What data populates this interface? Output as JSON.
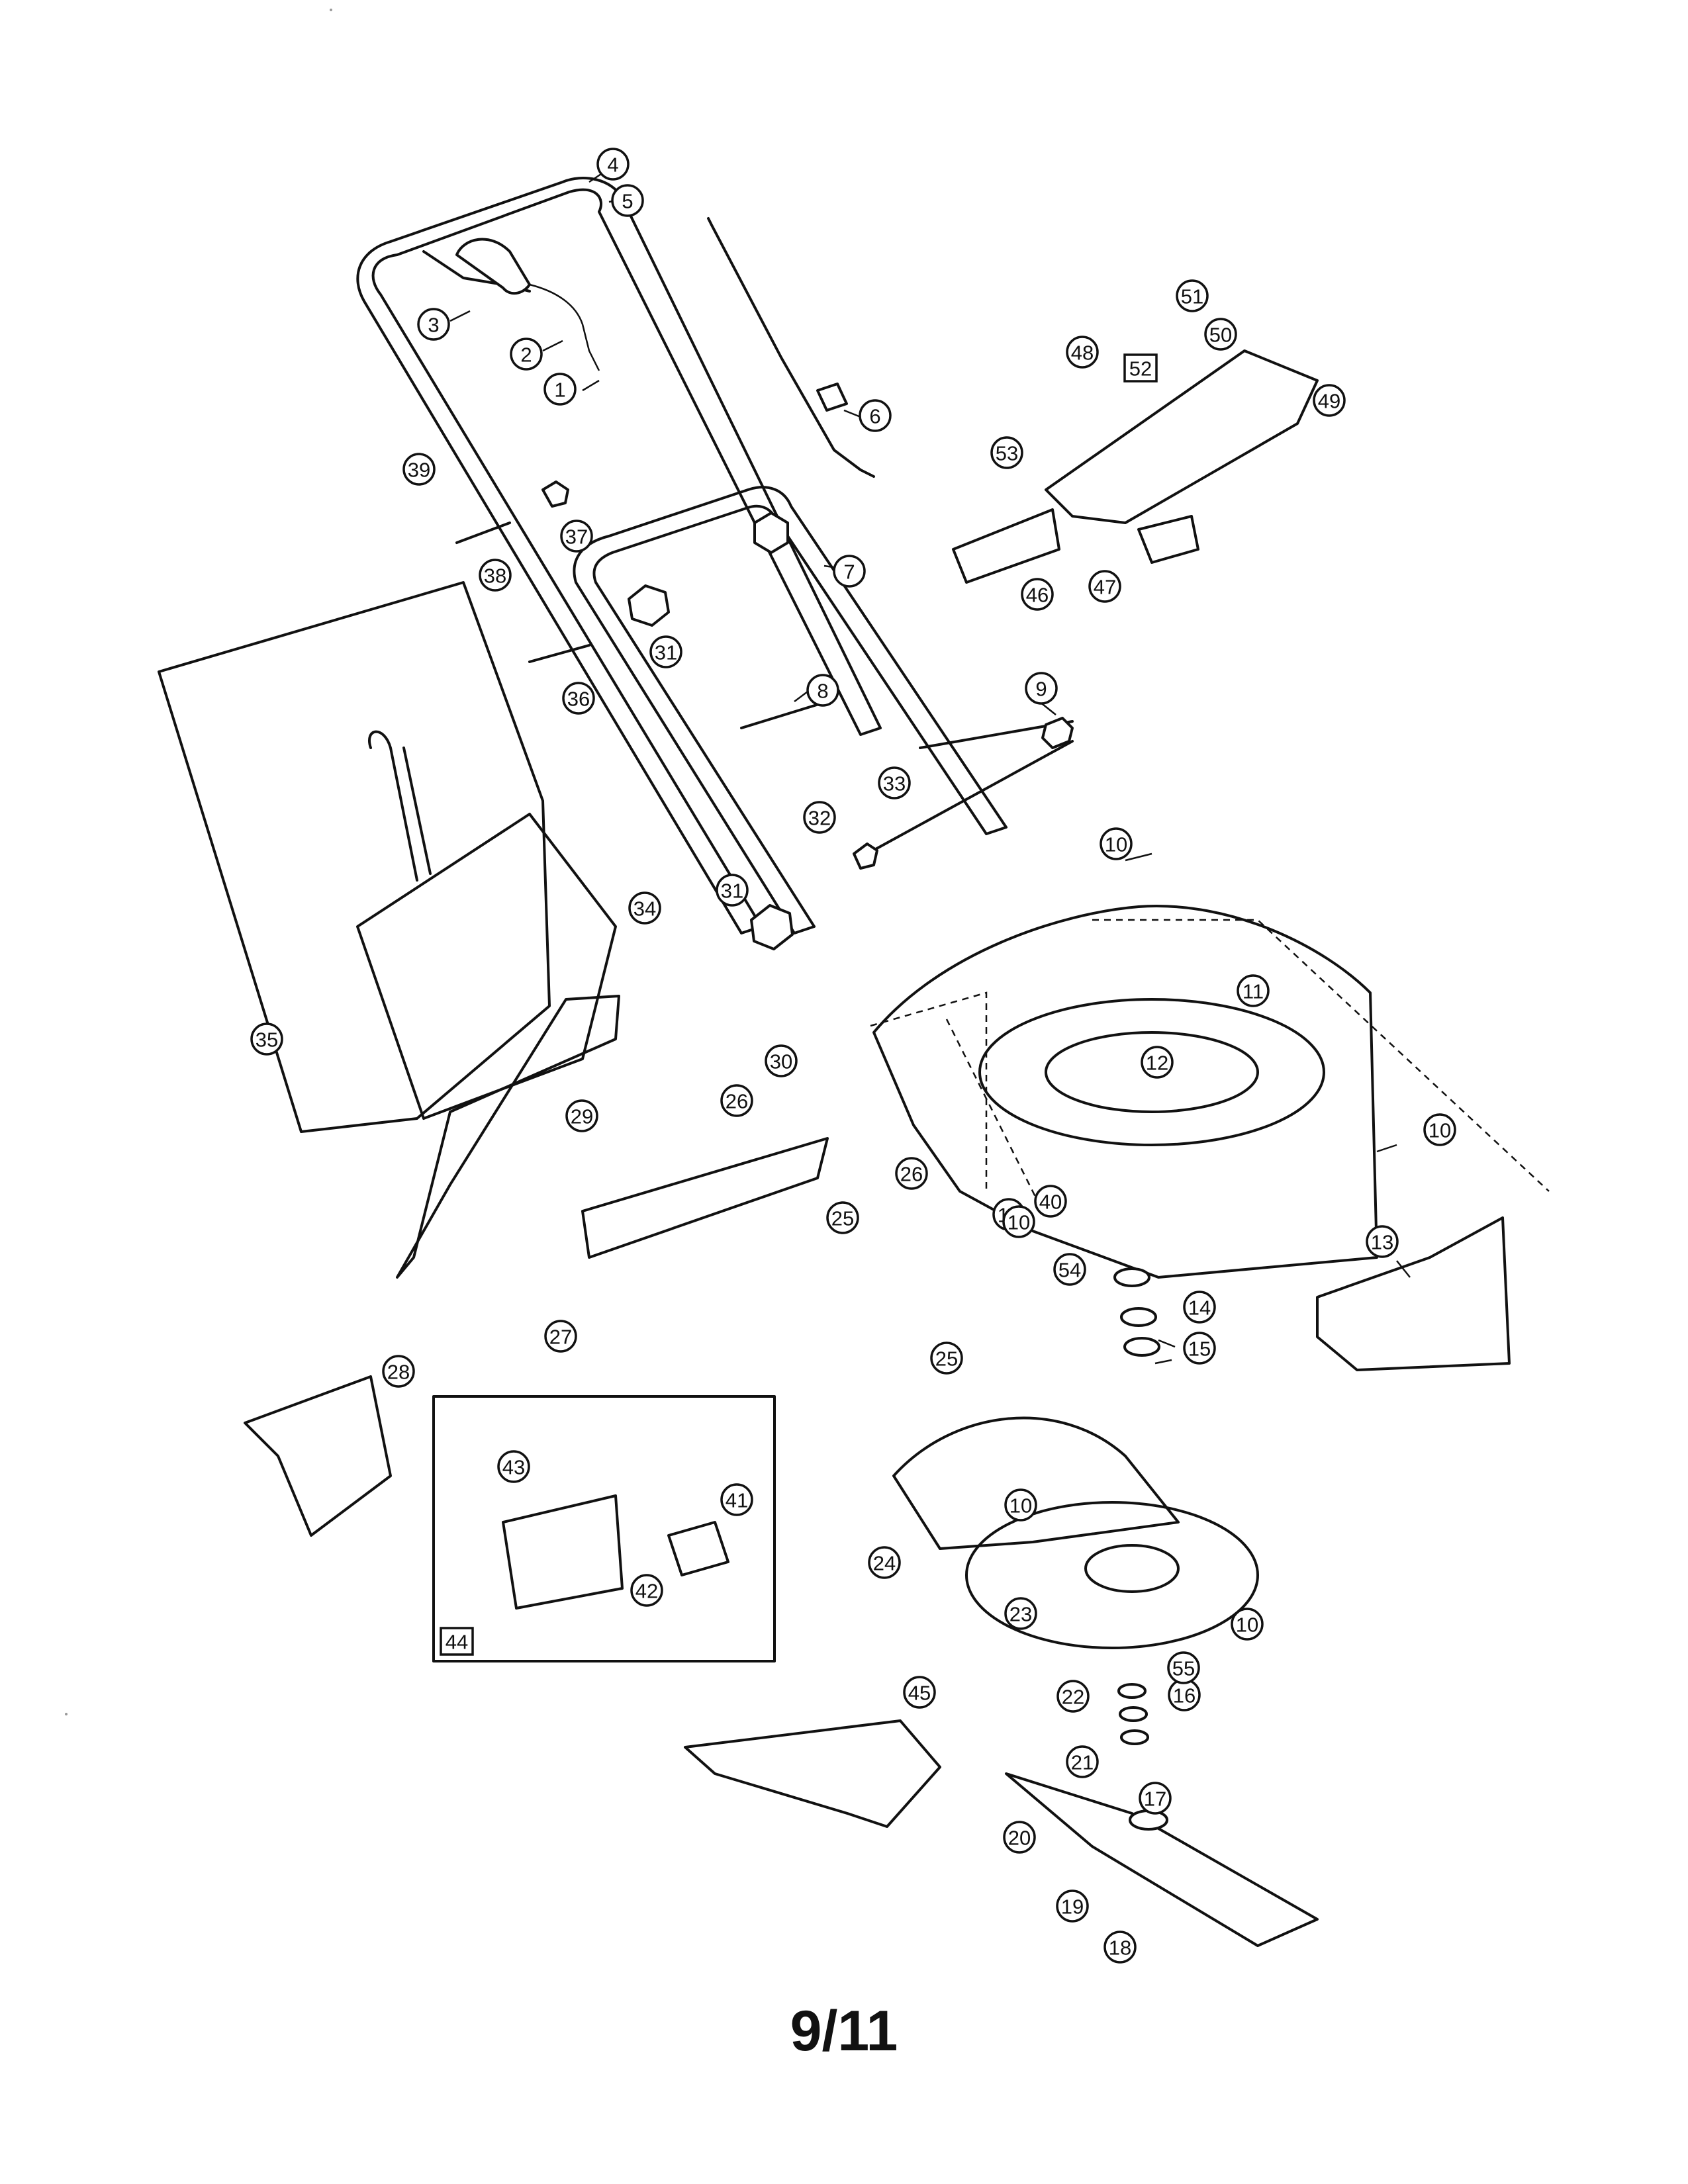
{
  "page_number": "9/11",
  "callouts": [
    {
      "n": "1"
    },
    {
      "n": "2"
    },
    {
      "n": "3"
    },
    {
      "n": "4"
    },
    {
      "n": "5"
    },
    {
      "n": "6"
    },
    {
      "n": "7"
    },
    {
      "n": "8"
    },
    {
      "n": "9"
    },
    {
      "n": "10"
    },
    {
      "n": "10"
    },
    {
      "n": "10"
    },
    {
      "n": "10"
    },
    {
      "n": "10"
    },
    {
      "n": "10"
    },
    {
      "n": "11"
    },
    {
      "n": "12"
    },
    {
      "n": "13"
    },
    {
      "n": "14"
    },
    {
      "n": "15"
    },
    {
      "n": "16"
    },
    {
      "n": "17"
    },
    {
      "n": "18"
    },
    {
      "n": "19"
    },
    {
      "n": "20"
    },
    {
      "n": "21"
    },
    {
      "n": "22"
    },
    {
      "n": "23"
    },
    {
      "n": "24"
    },
    {
      "n": "25"
    },
    {
      "n": "25"
    },
    {
      "n": "26"
    },
    {
      "n": "26"
    },
    {
      "n": "27"
    },
    {
      "n": "28"
    },
    {
      "n": "29"
    },
    {
      "n": "30"
    },
    {
      "n": "31"
    },
    {
      "n": "31"
    },
    {
      "n": "32"
    },
    {
      "n": "33"
    },
    {
      "n": "34"
    },
    {
      "n": "35"
    },
    {
      "n": "36"
    },
    {
      "n": "37"
    },
    {
      "n": "38"
    },
    {
      "n": "39"
    },
    {
      "n": "40"
    },
    {
      "n": "41"
    },
    {
      "n": "42"
    },
    {
      "n": "43"
    },
    {
      "n": "45"
    },
    {
      "n": "46"
    },
    {
      "n": "47"
    },
    {
      "n": "48"
    },
    {
      "n": "49"
    },
    {
      "n": "50"
    },
    {
      "n": "51"
    },
    {
      "n": "53"
    },
    {
      "n": "54"
    },
    {
      "n": "55"
    }
  ],
  "box_labels": [
    {
      "n": "44"
    },
    {
      "n": "52"
    }
  ]
}
